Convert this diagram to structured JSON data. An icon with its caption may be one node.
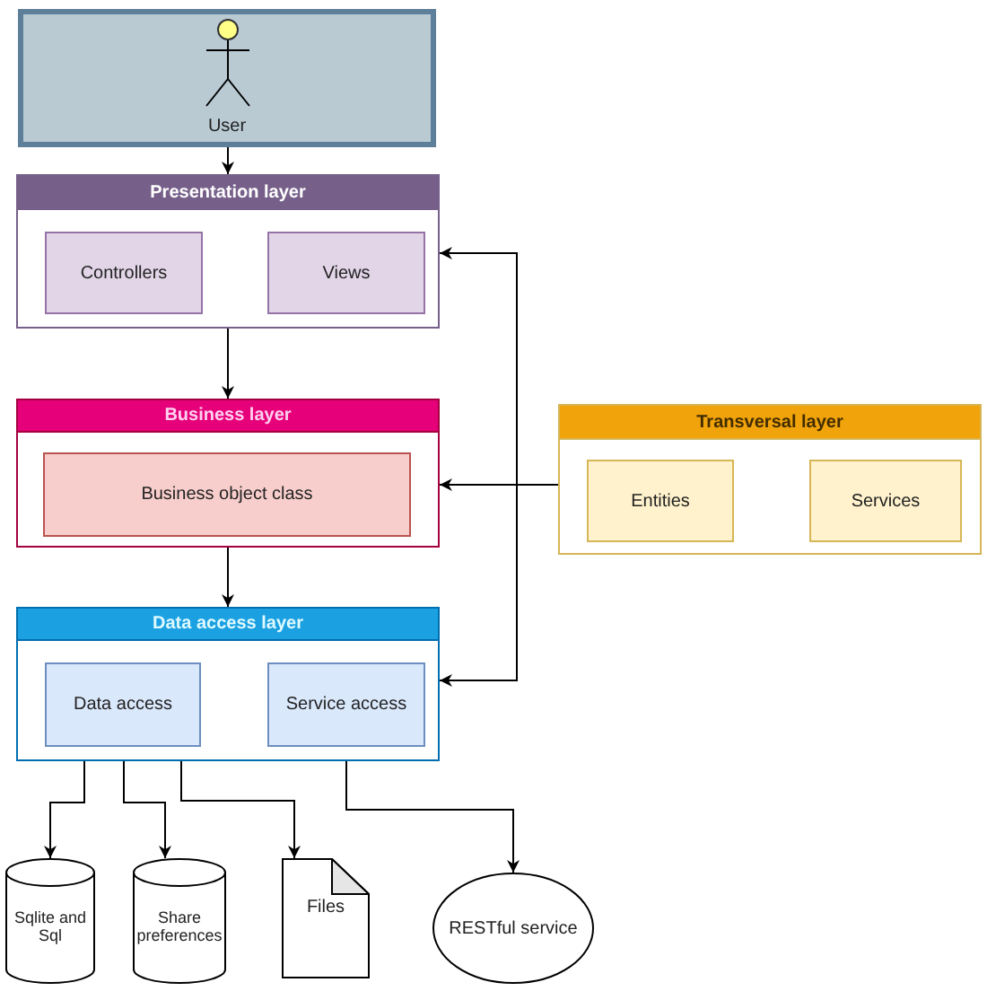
{
  "diagram": {
    "nodes": [
      {
        "text": [
          "User"
        ]
      },
      {
        "text": [
          "Presentation layer"
        ]
      },
      {
        "text": [
          "Controllers"
        ],
        "in": 1
      },
      {
        "text": [
          "Views"
        ],
        "in": 1
      },
      {
        "text": [
          "Business layer"
        ]
      },
      {
        "text": [
          "Business object class"
        ],
        "in": 4
      },
      {
        "text": [
          "Transversal layer"
        ]
      },
      {
        "text": [
          "Entities"
        ],
        "in": 6
      },
      {
        "text": [
          "Services"
        ],
        "in": 6
      },
      {
        "text": [
          "Data access layer"
        ]
      },
      {
        "text": [
          "Data access"
        ],
        "in": 9
      },
      {
        "text": [
          "Service access"
        ],
        "in": 9
      },
      {
        "text": [
          "Sqlite and Sql"
        ]
      },
      {
        "text": [
          "Share preferences"
        ]
      },
      {
        "text": [
          "Files"
        ]
      },
      {
        "text": [
          "RESTful service"
        ]
      }
    ],
    "edges": [
      {
        "from": 0,
        "to": 1,
        "arrow": "to"
      },
      {
        "from": 1,
        "to": 4,
        "arrow": "to"
      },
      {
        "from": 4,
        "to": 9,
        "arrow": "to"
      },
      {
        "from": 6,
        "to": 1,
        "arrow": "to"
      },
      {
        "from": 6,
        "to": 4,
        "arrow": "to"
      },
      {
        "from": 6,
        "to": 9,
        "arrow": "to"
      },
      {
        "from": 10,
        "to": 12,
        "arrow": "to"
      },
      {
        "from": 10,
        "to": 13,
        "arrow": "to"
      },
      {
        "from": 10,
        "to": 14,
        "arrow": "to"
      },
      {
        "from": 11,
        "to": 15,
        "arrow": "to"
      }
    ]
  }
}
